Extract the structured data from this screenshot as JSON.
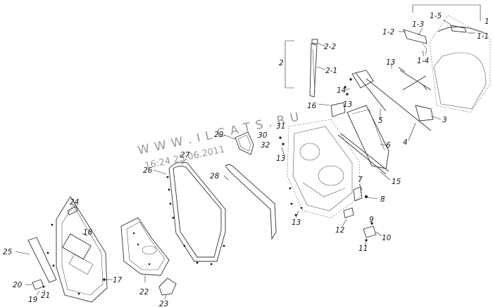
{
  "watermark": {
    "site": "W W W . I L C A T S . R U",
    "stamp": "16:24 25.06.2011"
  },
  "callouts": {
    "c1": "1",
    "c1_1": "1-1",
    "c1_2": "1-2",
    "c1_3": "1-3",
    "c1_4": "1-4",
    "c1_5": "1-5",
    "c2": "2",
    "c2_1": "2-1",
    "c2_2": "2-2",
    "c3": "3",
    "c4": "4",
    "c5": "5",
    "c6": "6",
    "c7": "7",
    "c8": "8",
    "c9": "9",
    "c10": "10",
    "c11": "11",
    "c12": "12",
    "c13a": "13",
    "c13b": "13",
    "c13c": "13",
    "c13d": "13",
    "c14": "14",
    "c15": "15",
    "c16": "16",
    "c17": "17",
    "c18": "18",
    "c19": "19",
    "c20": "20",
    "c21": "21",
    "c22": "22",
    "c23": "23",
    "c24": "24",
    "c25": "25",
    "c26": "26",
    "c27": "27",
    "c28": "28",
    "c29": "29",
    "c30": "30",
    "c31": "31",
    "c32": "32"
  }
}
